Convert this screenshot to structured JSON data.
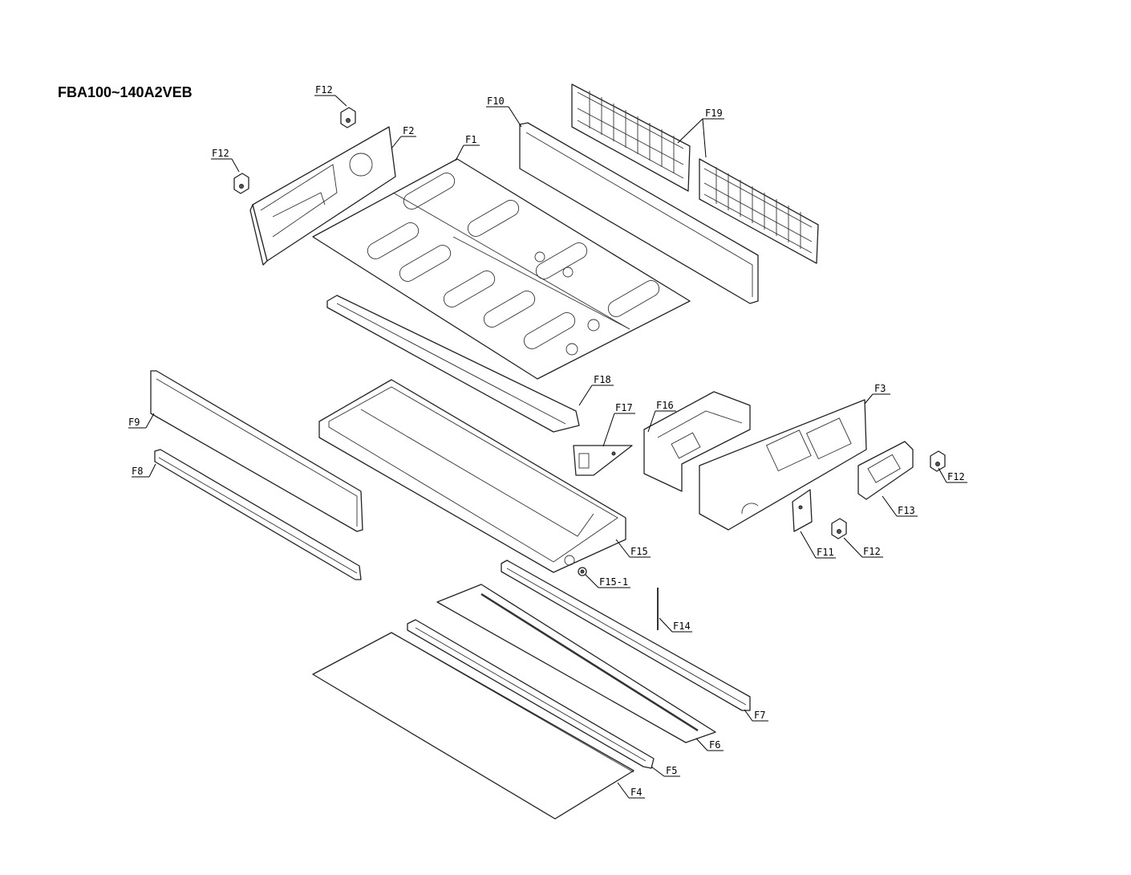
{
  "model_title": "FBA100~140A2VEB",
  "labels": {
    "f1": "F1",
    "f2": "F2",
    "f3": "F3",
    "f4": "F4",
    "f5": "F5",
    "f6": "F6",
    "f7": "F7",
    "f8": "F8",
    "f9": "F9",
    "f10": "F10",
    "f11": "F11",
    "f12_a": "F12",
    "f12_b": "F12",
    "f12_c": "F12",
    "f12_d": "F12",
    "f13": "F13",
    "f14": "F14",
    "f15": "F15",
    "f15_1": "F15-1",
    "f16": "F16",
    "f17": "F17",
    "f18": "F18",
    "f19": "F19"
  }
}
